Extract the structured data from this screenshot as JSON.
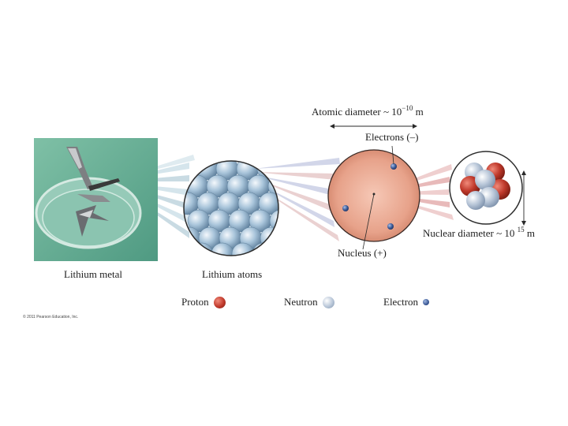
{
  "labels": {
    "lithium_metal": "Lithium metal",
    "lithium_atoms": "Lithium atoms",
    "atomic_diameter_text": "Atomic diameter ~ 10",
    "atomic_diameter_exp": "−10",
    "atomic_diameter_unit": " m",
    "electrons": "Electrons (–)",
    "nucleus": "Nucleus (+)",
    "nuclear_diameter_text": "Nuclear diameter ~ 10",
    "nuclear_diameter_exp": "15",
    "nuclear_diameter_unit": " m"
  },
  "legend": {
    "proton": "Proton",
    "neutron": "Neutron",
    "electron": "Electron"
  },
  "copyright": "© 2011 Pearson Education, Inc.",
  "colors": {
    "proton": "#c0392b",
    "neutron": "#b8c6d8",
    "electron": "#3c5a96",
    "atom_cloud": "#e8a590",
    "photo_bg": "#6fb29a"
  }
}
